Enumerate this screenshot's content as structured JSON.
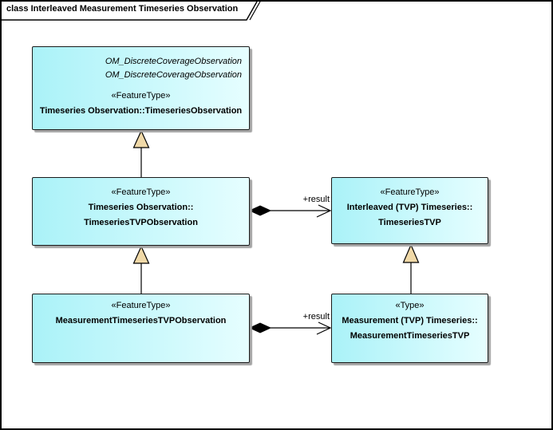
{
  "frame": {
    "title": "class Interleaved Measurement Timeseries Observation"
  },
  "colors": {
    "page_bg": "#ffffff",
    "frame_border": "#000000",
    "box_fill_left": "#aaf2f8",
    "box_fill_right": "#e6feff",
    "box_border": "#1a1a1a",
    "box_shadow": "#a3a3a3",
    "line": "#000000",
    "triangle_fill": "#f0d9a8",
    "text": "#000000"
  },
  "boxes": {
    "top": {
      "annotations": [
        "OM_DiscreteCoverageObservation",
        "OM_DiscreteCoverageObservation"
      ],
      "stereotype": "«FeatureType»",
      "name": "Timeseries Observation::TimeseriesObservation"
    },
    "mid_left": {
      "stereotype": "«FeatureType»",
      "name_line1": "Timeseries Observation::",
      "name_line2": "TimeseriesTVPObservation"
    },
    "mid_right": {
      "stereotype": "«FeatureType»",
      "name_line1": "Interleaved (TVP) Timeseries::",
      "name_line2": "TimeseriesTVP"
    },
    "bottom_left": {
      "stereotype": "«FeatureType»",
      "name_line1": "MeasurementTimeseriesTVPObservation"
    },
    "bottom_right": {
      "stereotype": "«Type»",
      "name_line1": "Measurement (TVP) Timeseries::",
      "name_line2": "MeasurementTimeseriesTVP"
    }
  },
  "connectors": {
    "gen_left_upper": {
      "type": "generalization"
    },
    "gen_left_lower": {
      "type": "generalization"
    },
    "gen_right": {
      "type": "generalization"
    },
    "comp_mid": {
      "type": "composition",
      "label": "+result"
    },
    "comp_bottom": {
      "type": "composition",
      "label": "+result"
    }
  }
}
